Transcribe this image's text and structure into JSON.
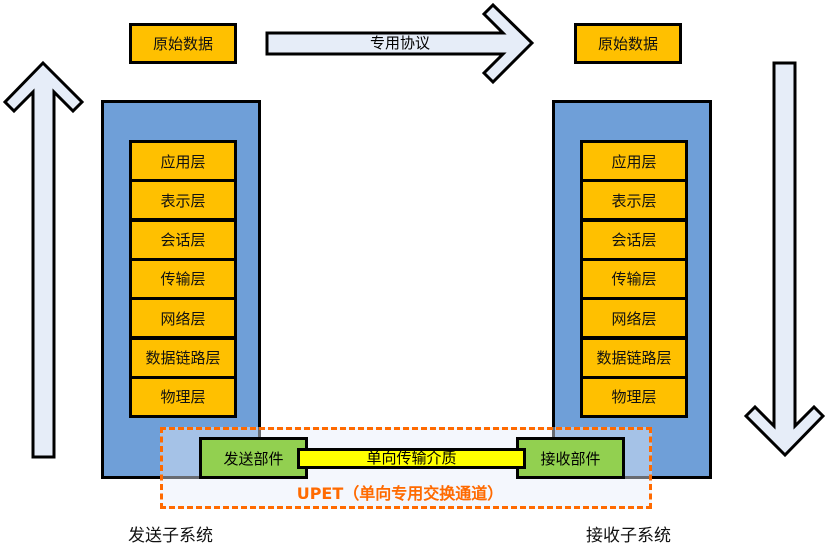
{
  "sender": {
    "top_data": "原始数据",
    "layers": [
      "应用层",
      "表示层",
      "会话层",
      "传输层",
      "网络层",
      "数据链路层",
      "物理层"
    ],
    "label": "发送子系统",
    "component": "发送部件"
  },
  "receiver": {
    "top_data": "原始数据",
    "layers": [
      "应用层",
      "表示层",
      "会话层",
      "传输层",
      "网络层",
      "数据链路层",
      "物理层"
    ],
    "label": "接收子系统",
    "component": "接收部件"
  },
  "protocol_arrow_label": "专用协议",
  "medium": "单向传输介质",
  "upet_label": "UPET（单向专用交换通道）",
  "colors": {
    "layer": "#ffc000",
    "system": "#6f9fd8",
    "component": "#92d050",
    "medium": "#ffff00",
    "upet": "#ff6a00",
    "arrow": "#e6edf8"
  }
}
